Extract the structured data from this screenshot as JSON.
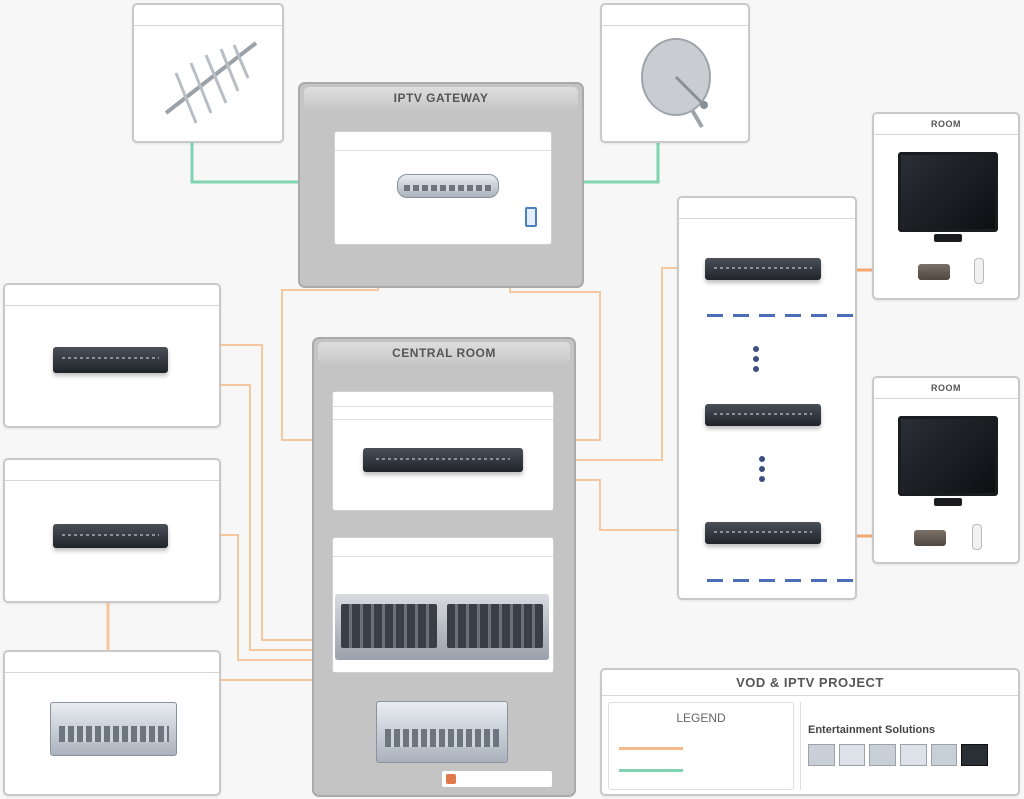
{
  "title": "VOD & IPTV PROJECT",
  "legend": {
    "title": "LEGEND",
    "items": [
      {
        "label": "",
        "color": "#f5b98a"
      },
      {
        "label": "",
        "color": "#7fd3b0"
      }
    ]
  },
  "brand": {
    "name": "Entertainment Solutions",
    "small_logo": ""
  },
  "iptv_gateway": {
    "title": "IPTV GATEWAY",
    "inner_label": ""
  },
  "terrestrial_antenna": {
    "label": ""
  },
  "satellite_dish": {
    "label": ""
  },
  "central_room": {
    "title": "CENTRAL ROOM",
    "switch_label_line1": "",
    "switch_label_line2": "",
    "server_label": ""
  },
  "left_boxes": {
    "router": {
      "label": ""
    },
    "hotel_services": {
      "label": ""
    },
    "pms": {
      "label": ""
    }
  },
  "floor_panel": {
    "label": "",
    "floor_top": "",
    "floor_bottom": ""
  },
  "rooms": [
    {
      "label": "ROOM"
    },
    {
      "label": "ROOM"
    }
  ],
  "colors": {
    "orange_cable": "#f5b98a",
    "green_cable": "#7fd3b0",
    "group_gray": "#c4c4c4",
    "accent_blue": "#3b62b0"
  }
}
